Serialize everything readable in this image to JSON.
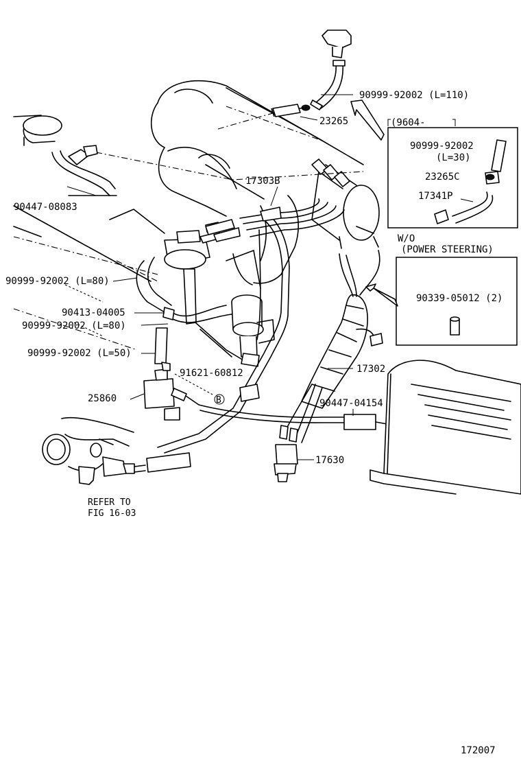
{
  "figure_number": "172007",
  "labels": {
    "hose_l110": "90999-92002 (L=110)",
    "vsv_23265": "23265",
    "hose_08083": "90447-08083",
    "tube_17303b": "17303B",
    "hose_l80_upper": "90999-92002 (L=80)",
    "clip_04005": "90413-04005",
    "hose_l80_lower": "90999-92002 (L=80)",
    "hose_l50": "90999-92002 (L=50)",
    "bolt_60812": "91621-60812",
    "bolt_marker": "B",
    "vsv_25860": "25860",
    "cover_17302": "17302",
    "hose_04154": "90447-04154",
    "valve_17630": "17630",
    "refer_line1": "REFER TO",
    "refer_line2": "FIG 16-03"
  },
  "inset_9604": {
    "header": "(9604-",
    "hose_label": "90999-92002",
    "hose_length": "(L=30)",
    "vsv_label": "23265C",
    "pipe_label": "17341P"
  },
  "inset_wo": {
    "header_line1": "W/O",
    "header_line2": "(POWER STEERING)",
    "plug_label": "90339-05012 (2)"
  }
}
